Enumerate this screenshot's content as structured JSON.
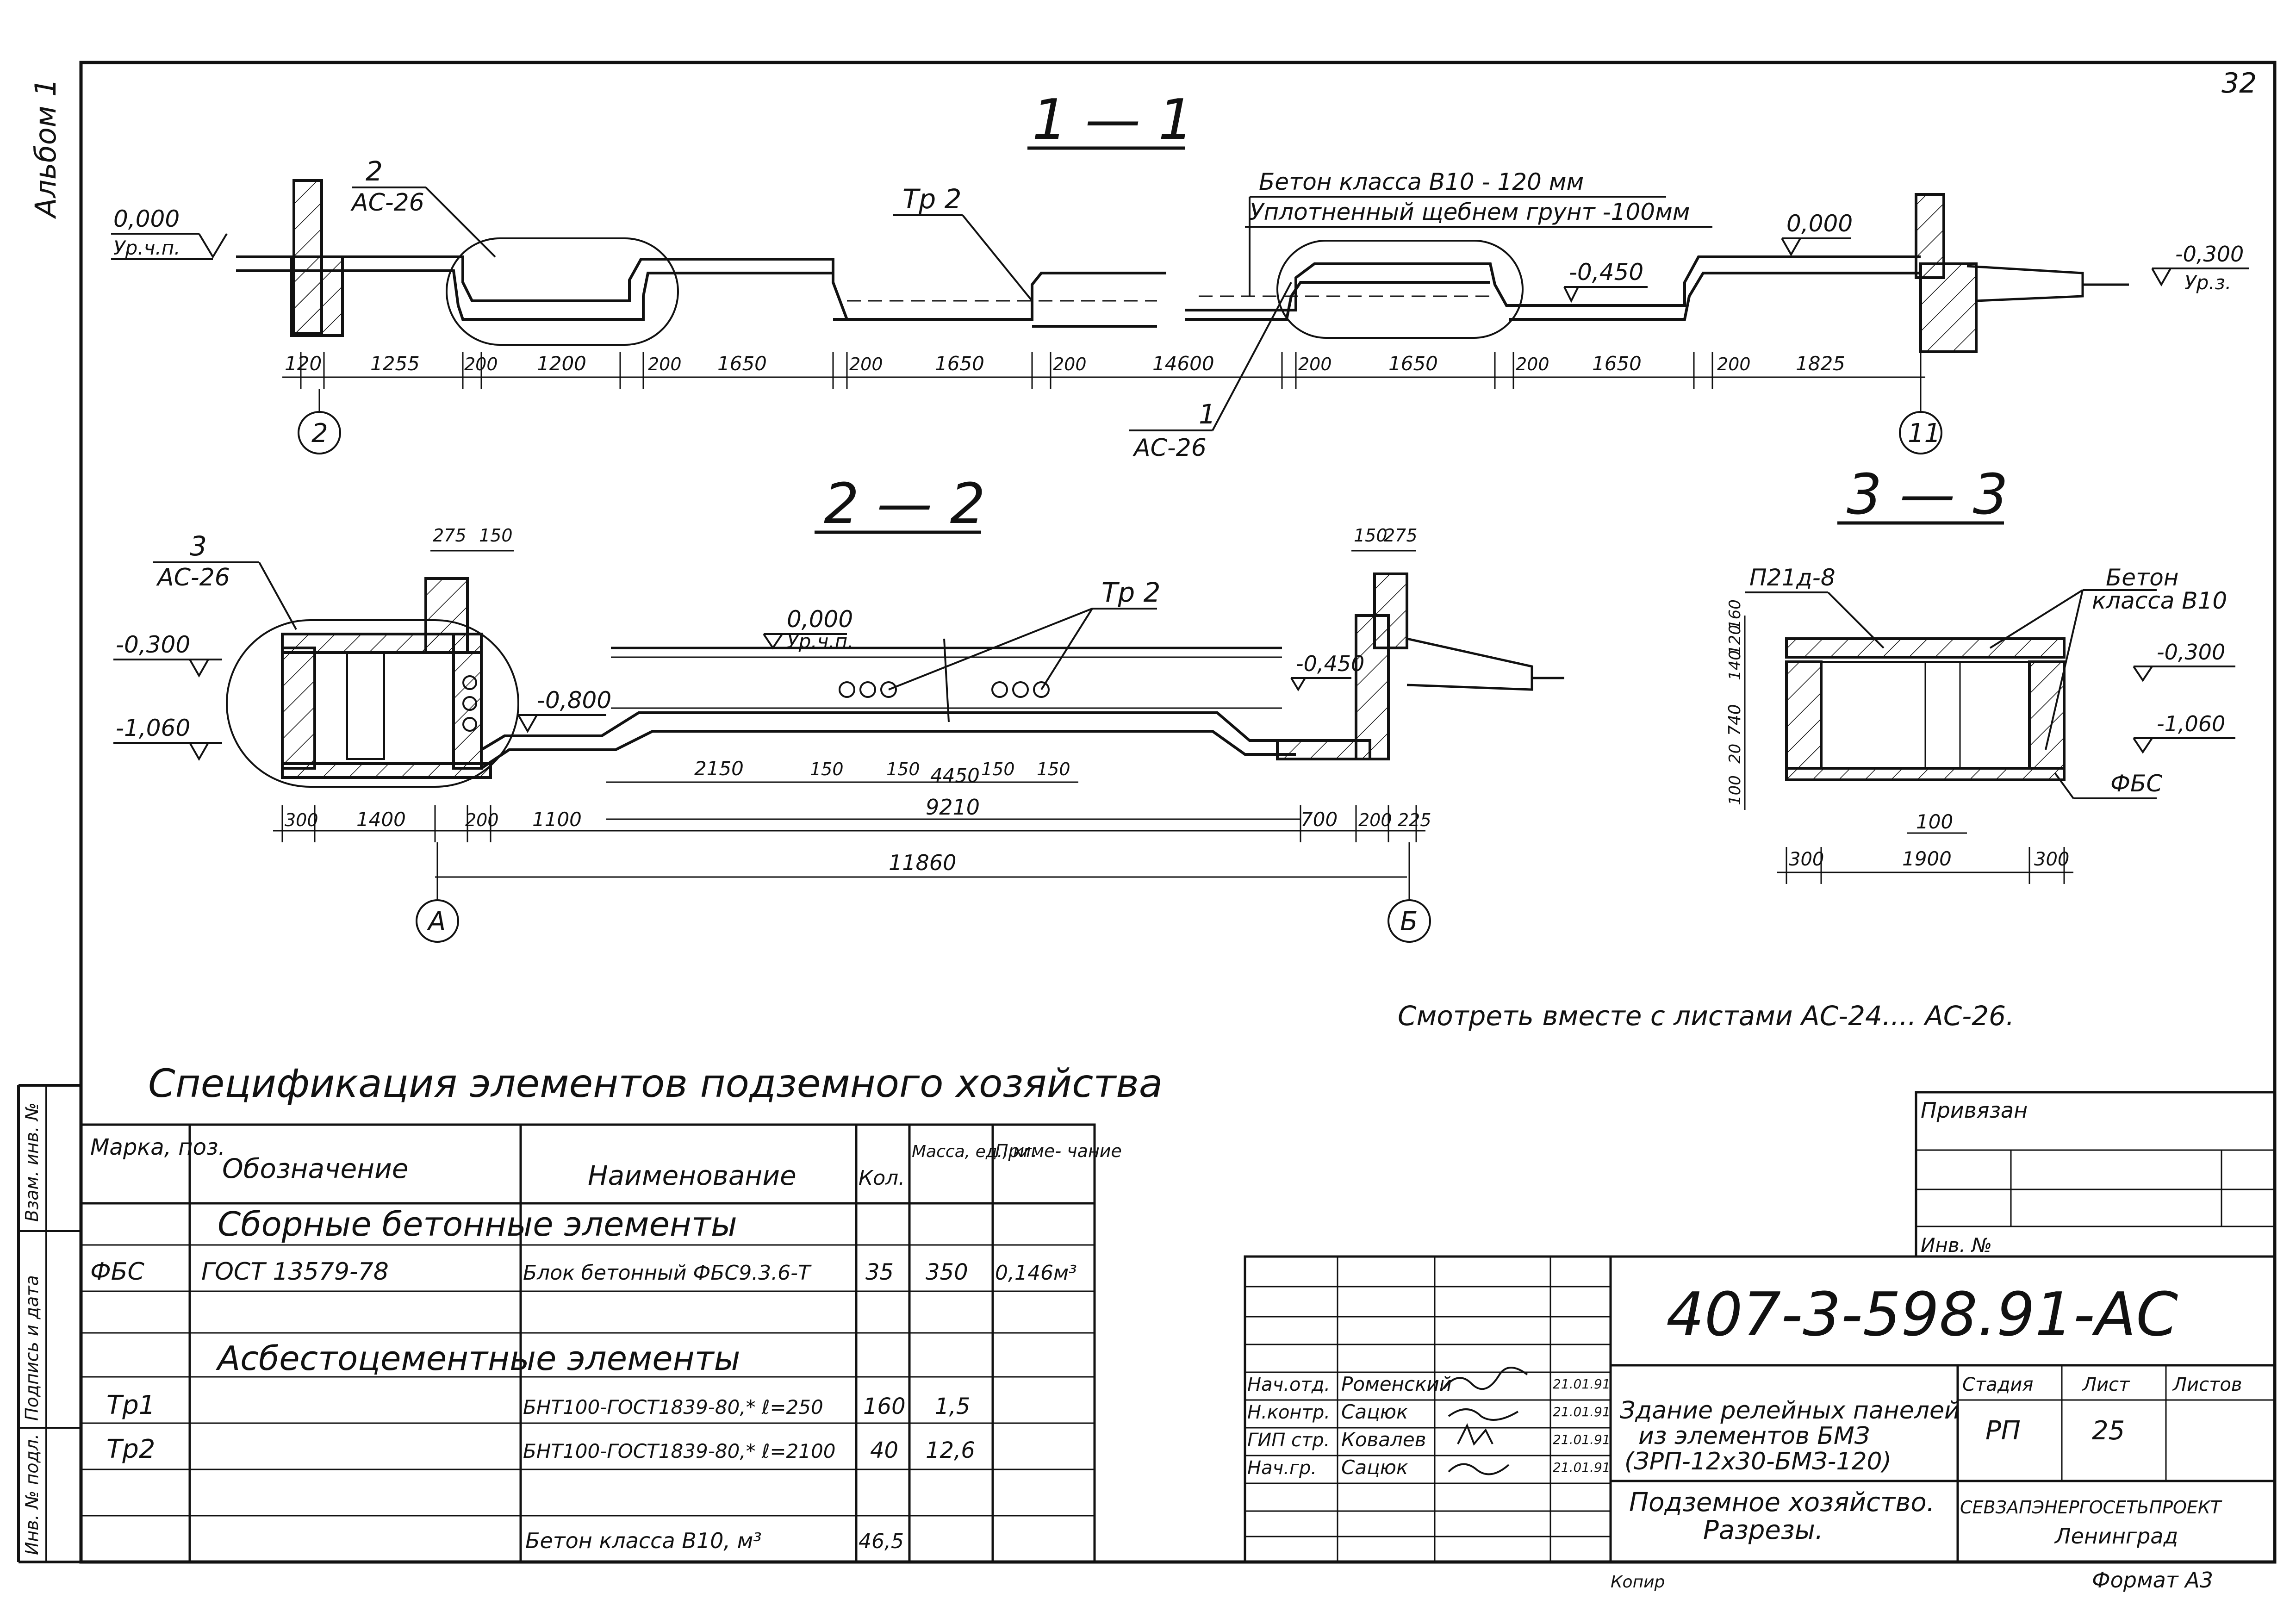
{
  "margin": {
    "album": "Альбом 1",
    "sheet_no": "32",
    "side_labels": [
      "Взам. инв. №",
      "Подпись и дата",
      "Инв. № подл."
    ]
  },
  "section_1_1": {
    "title": "1 — 1",
    "callout_2": "2",
    "callout_2_sheet": "АС-26",
    "callout_1": "1",
    "callout_1_sheet": "АС-26",
    "tp2": "Тр 2",
    "concrete_note": "Бетон класса В10 - 120 мм",
    "gravel_note": "Уплотненный щебнем грунт -100мм",
    "level_left": "0,000",
    "level_left_sub": "Ур.ч.п.",
    "level_mid": "0,000",
    "level_m0450": "-0,450",
    "level_right": "-0,300",
    "level_right_sub": "Ур.з.",
    "dims": [
      "120",
      "1255",
      "200",
      "1200",
      "200",
      "1650",
      "200",
      "1650",
      "200",
      "14600",
      "200",
      "1650",
      "200",
      "1650",
      "200",
      "1825"
    ],
    "axis_left": "2",
    "axis_right": "11"
  },
  "section_2_2": {
    "title": "2 — 2",
    "callout_3": "3",
    "callout_3_sheet": "АС-26",
    "tp2": "Тр 2",
    "level_m0300": "-0,300",
    "level_m1060": "-1,060",
    "level_m0800": "-0,800",
    "level_zero": "0,000",
    "level_zero_sub": "Ур.ч.п.",
    "level_m0450": "-0,450",
    "top_dims_left": [
      "275",
      "150"
    ],
    "top_dims_right": [
      "150",
      "275"
    ],
    "inner_dims": [
      "2150",
      "150",
      "150",
      "4450",
      "150",
      "150"
    ],
    "dim_9210": "9210",
    "bottom_dims": [
      "300",
      "1400",
      "200",
      "1100",
      "700",
      "200",
      "225"
    ],
    "dim_total": "11860",
    "axis_a": "А",
    "axis_b": "Б"
  },
  "section_3_3": {
    "title": "3 — 3",
    "slab": "П21д-8",
    "concrete": "Бетон",
    "concrete_class": "класса В10",
    "level_m0300": "-0,300",
    "level_m1060": "-1,060",
    "fbs": "ФБС",
    "vert_dims": [
      "160",
      "120",
      "140",
      "740",
      "20",
      "100"
    ],
    "dim_100": "100",
    "bottom_dims": [
      "300",
      "1900",
      "300"
    ]
  },
  "see_also": "Смотреть вместе с листами АС-24.... АС-26.",
  "spec": {
    "title": "Спецификация элементов подземного хозяйства",
    "headers": [
      "Марка, поз.",
      "Обозначение",
      "Наименование",
      "Кол.",
      "Масса, ед., кг.",
      "Приме- чание"
    ],
    "group_1": "Сборные бетонные элементы",
    "group_2": "Асбестоцементные элементы",
    "rows": [
      {
        "mark": "ФБС",
        "doc": "ГОСТ 13579-78",
        "name": "Блок бетонный ФБС9.3.6-Т",
        "qty": "35",
        "mass": "350",
        "note": "0,146м³"
      },
      {
        "mark": "Тр1",
        "doc": "",
        "name": "БНТ100-ГОСТ1839-80,* ℓ=250",
        "qty": "160",
        "mass": "1,5",
        "note": ""
      },
      {
        "mark": "Тр2",
        "doc": "",
        "name": "БНТ100-ГОСТ1839-80,* ℓ=2100",
        "qty": "40",
        "mass": "12,6",
        "note": ""
      },
      {
        "mark": "",
        "doc": "",
        "name": "Бетон класса В10, м³",
        "qty": "46,5",
        "mass": "",
        "note": ""
      }
    ]
  },
  "privyazan": {
    "label": "Привязан",
    "inv": "Инв. №"
  },
  "title_block": {
    "code": "407-3-598.91-АС",
    "roles": [
      "Нач.отд.",
      "Н.контр.",
      "ГИП стр.",
      "Нач.гр."
    ],
    "names": [
      "Роменский",
      "Сацюк",
      "Ковалев",
      "Сацюк"
    ],
    "dates": [
      "21.01.91",
      "21.01.91",
      "21.01.91",
      "21.01.91"
    ],
    "building": [
      "Здание релейных панелей",
      "из элементов БМЗ",
      "(ЗРП-12х30-БМЗ-120)"
    ],
    "sheet_title": [
      "Подземное хозяйство.",
      "Разрезы."
    ],
    "stage_label": "Стадия",
    "sheet_label": "Лист",
    "sheets_label": "Листов",
    "stage": "РП",
    "sheet": "25",
    "org": "СЕВЗАПЭНЕРГОСЕТЬПРОЕКТ",
    "city": "Ленинград",
    "copied": "Копир",
    "format": "Формат А3"
  }
}
